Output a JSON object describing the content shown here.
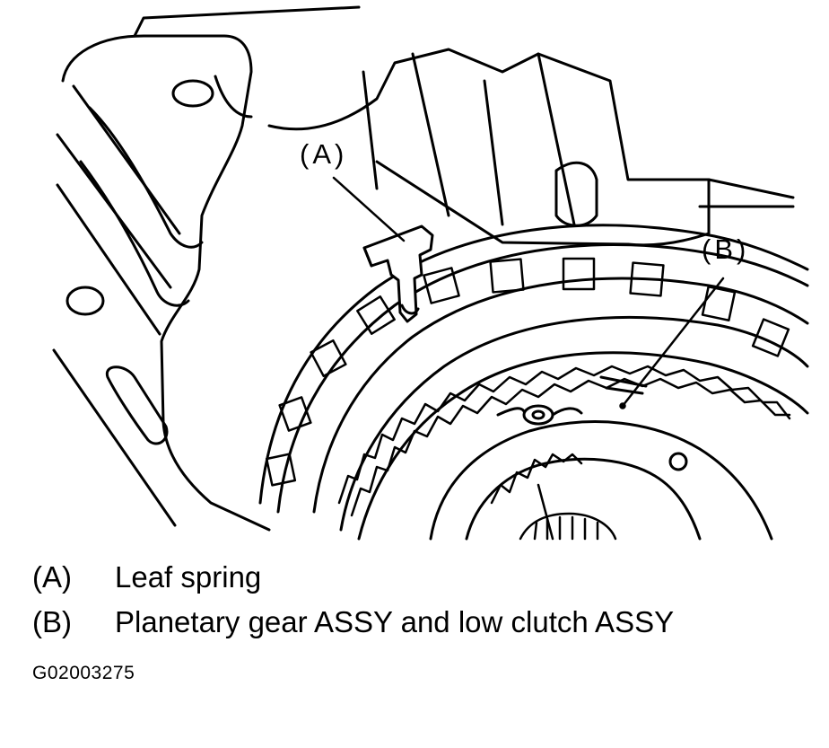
{
  "callouts": {
    "a": "(A)",
    "b": "(B)"
  },
  "legend": [
    {
      "key": "(A)",
      "text": "Leaf spring"
    },
    {
      "key": "(B)",
      "text": "Planetary gear ASSY and low clutch ASSY"
    }
  ],
  "figure_id": "G02003275",
  "colors": {
    "ink": "#000000",
    "paper": "#ffffff"
  }
}
